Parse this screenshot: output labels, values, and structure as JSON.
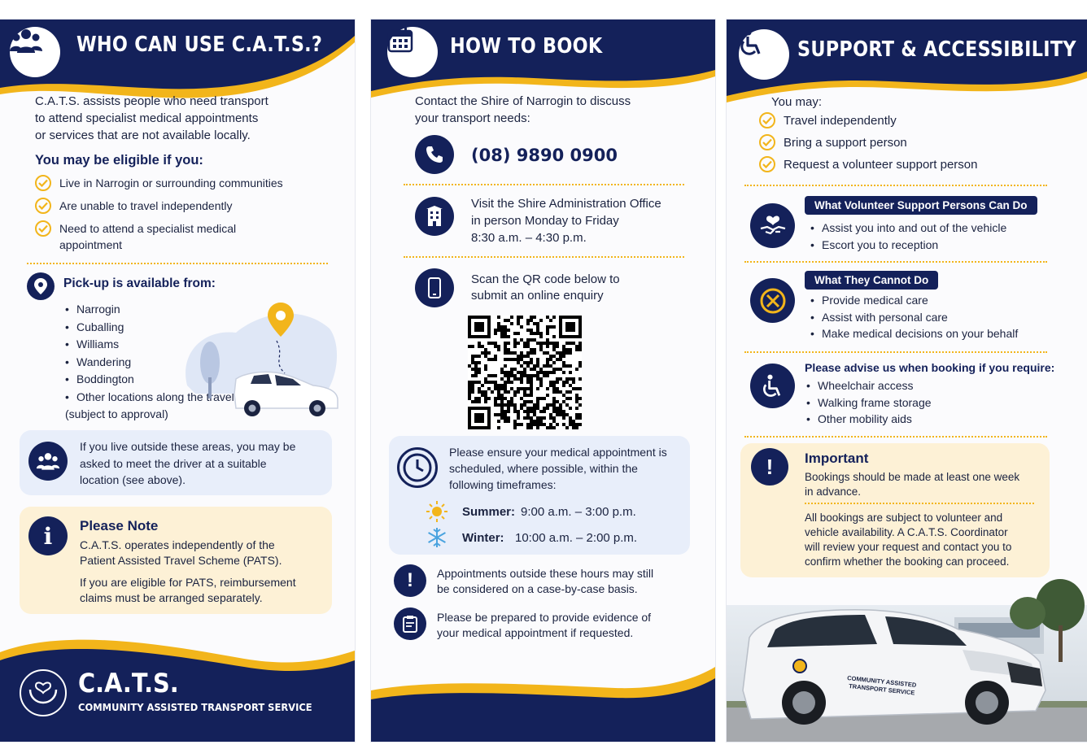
{
  "panel1": {
    "title": "WHO CAN USE C.A.T.S.?",
    "intro": [
      "C.A.T.S. assists people who need transport",
      "to attend specialist medical appointments",
      "or services that are not available locally."
    ],
    "eligible_heading": "You may be eligible if you:",
    "eligible": [
      "Live in Narrogin or surrounding communities",
      "Are unable to travel independently",
      "Need to attend a specialist medical",
      "appointment"
    ],
    "pickup_heading": "Pick-up is available from:",
    "pickup_locations": [
      "Narrogin",
      "Cuballing",
      "Williams",
      "Wandering",
      "Boddington",
      "Other locations along the travel route",
      "(subject to approval)"
    ],
    "outside_note": [
      "If you live outside these areas, you may be",
      "asked to meet the driver at a suitable",
      "location (see above)."
    ],
    "note_heading": "Please Note",
    "note_lines": [
      "C.A.T.S. operates independently of the",
      "Patient Assisted Travel Scheme (PATS).",
      "If you are eligible for PATS, reimbursement",
      "claims must be arranged separately."
    ],
    "brand_title": "C.A.T.S.",
    "brand_subtitle": "COMMUNITY ASSISTED TRANSPORT SERVICE"
  },
  "panel2": {
    "title": "HOW TO BOOK",
    "contact_lines": [
      "Contact the Shire of Narrogin to discuss",
      "your transport needs:"
    ],
    "phone": "(08) 9890 0900",
    "visit_lines": [
      "Visit the Shire Administration Office",
      "in person Monday to Friday",
      "8:30 a.m. – 4:30 p.m."
    ],
    "qr_lines": [
      "Scan the QR code below to",
      "submit an online enquiry"
    ],
    "timeframe_lines": [
      "Please ensure your medical appointment is",
      "scheduled, where possible, within the",
      "following timeframes:"
    ],
    "summer_label": "Summer:",
    "summer_hours": "9:00 a.m. – 3:00 p.m.",
    "winter_label": "Winter:",
    "winter_hours": "10:00 a.m. – 2:00 p.m.",
    "outside_hours": [
      "Appointments outside these hours may still",
      "be considered on a case-by-case basis."
    ],
    "evidence": [
      "Please be prepared to provide evidence of",
      "your medical appointment if requested."
    ]
  },
  "panel3": {
    "title": "SUPPORT & ACCESSIBILITY",
    "you_may": "You may:",
    "options": [
      "Travel independently",
      "Bring a support person",
      "Request a volunteer support person"
    ],
    "can_do_tag": "What Volunteer Support Persons Can Do",
    "can_do": [
      "Assist you into and out of the vehicle",
      "Escort you to reception"
    ],
    "cannot_tag": "What They Cannot Do",
    "cannot_do": [
      "Provide medical care",
      "Assist with personal care",
      "Make medical decisions on your behalf"
    ],
    "advise_heading": "Please advise us when booking if you require:",
    "advise": [
      "Wheelchair access",
      "Walking frame storage",
      "Other mobility aids"
    ],
    "important_heading": "Important",
    "important_1": [
      "Bookings should be made at least one week",
      "in advance."
    ],
    "important_2": [
      "All bookings are subject to volunteer and",
      "vehicle availability. A C.A.T.S. Coordinator",
      "will review your request and contact you to",
      "confirm whether the booking can proceed."
    ],
    "car_decal": [
      "COMMUNITY ASSISTED",
      "TRANSPORT SERVICE"
    ]
  },
  "colors": {
    "navy": "#14215a",
    "gold": "#f2b51b",
    "light_blue": "#e8eefa",
    "light_yellow": "#fdf1d6"
  }
}
